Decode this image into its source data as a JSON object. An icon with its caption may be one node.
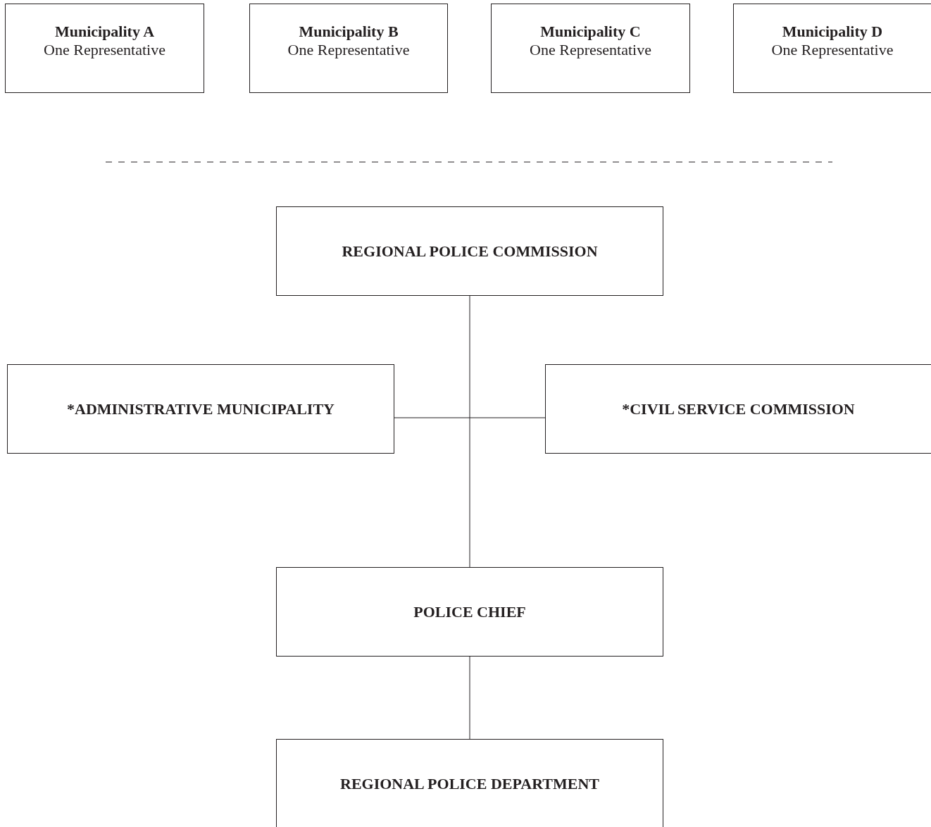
{
  "diagram": {
    "nodes": [
      {
        "text": [
          "Municipality A",
          "One Representative"
        ]
      },
      {
        "text": [
          "Municipality B",
          "One Representative"
        ]
      },
      {
        "text": [
          "Municipality C",
          "One Representative"
        ]
      },
      {
        "text": [
          "Municipality D",
          "One Representative"
        ]
      },
      {
        "text": [
          "REGIONAL POLICE COMMISSION"
        ]
      },
      {
        "text": [
          "*ADMINISTRATIVE MUNICIPALITY"
        ]
      },
      {
        "text": [
          "*CIVIL SERVICE COMMISSION"
        ]
      },
      {
        "text": [
          "POLICE CHIEF"
        ]
      },
      {
        "text": [
          "REGIONAL POLICE DEPARTMENT"
        ]
      }
    ],
    "edges": [
      {
        "from": 4,
        "to": 7,
        "arrow": "none"
      },
      {
        "from": 5,
        "to": 6,
        "arrow": "none"
      },
      {
        "from": 7,
        "to": 8,
        "arrow": "none"
      }
    ]
  }
}
